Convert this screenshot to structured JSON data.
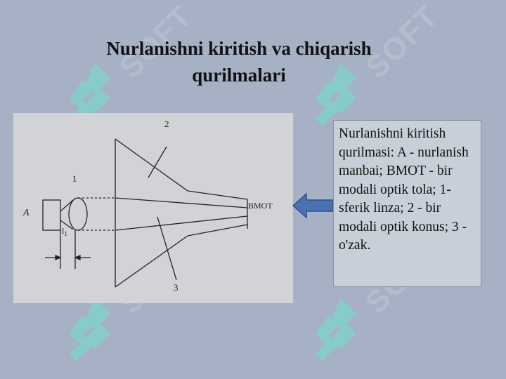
{
  "slide": {
    "title_line1": "Nurlanishni kiritish va chiqarish",
    "title_line2": "qurilmalari",
    "caption": "Nurlanishni kiritish qurilmasi: A - nurlanish manbai; BMOT - bir modali optik tola; 1- sferik linza; 2 - bir modali optik konus; 3 - o'zak.",
    "watermark": "SOFT"
  },
  "diagram": {
    "label_source": "A",
    "label_lens": "1",
    "label_cone": "2",
    "label_core": "3",
    "label_fiber": "BMOT",
    "label_distance": "l",
    "label_distance_sub": "1"
  },
  "colors": {
    "background": "#a6b1c6",
    "watermark_logo": "#7fd6cc",
    "arrow_fill": "#4a72b0",
    "arrow_stroke": "#2e4f85"
  }
}
